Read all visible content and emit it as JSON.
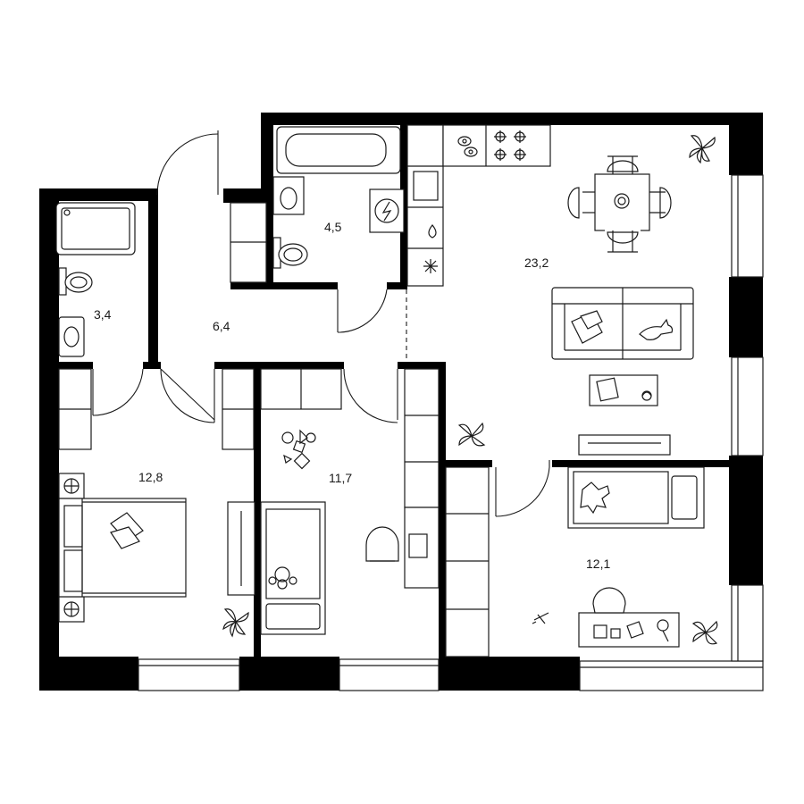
{
  "rooms": [
    {
      "id": "bathroom-small",
      "area": "3,4"
    },
    {
      "id": "hallway",
      "area": "6,4"
    },
    {
      "id": "bathroom",
      "area": "4,5"
    },
    {
      "id": "kitchen-living",
      "area": "23,2"
    },
    {
      "id": "bedroom-left",
      "area": "12,8"
    },
    {
      "id": "bedroom-middle",
      "area": "11,7"
    },
    {
      "id": "bedroom-right",
      "area": "12,1"
    }
  ],
  "colors": {
    "wall": "#000000",
    "line": "#1a1a1a",
    "background": "#ffffff"
  }
}
